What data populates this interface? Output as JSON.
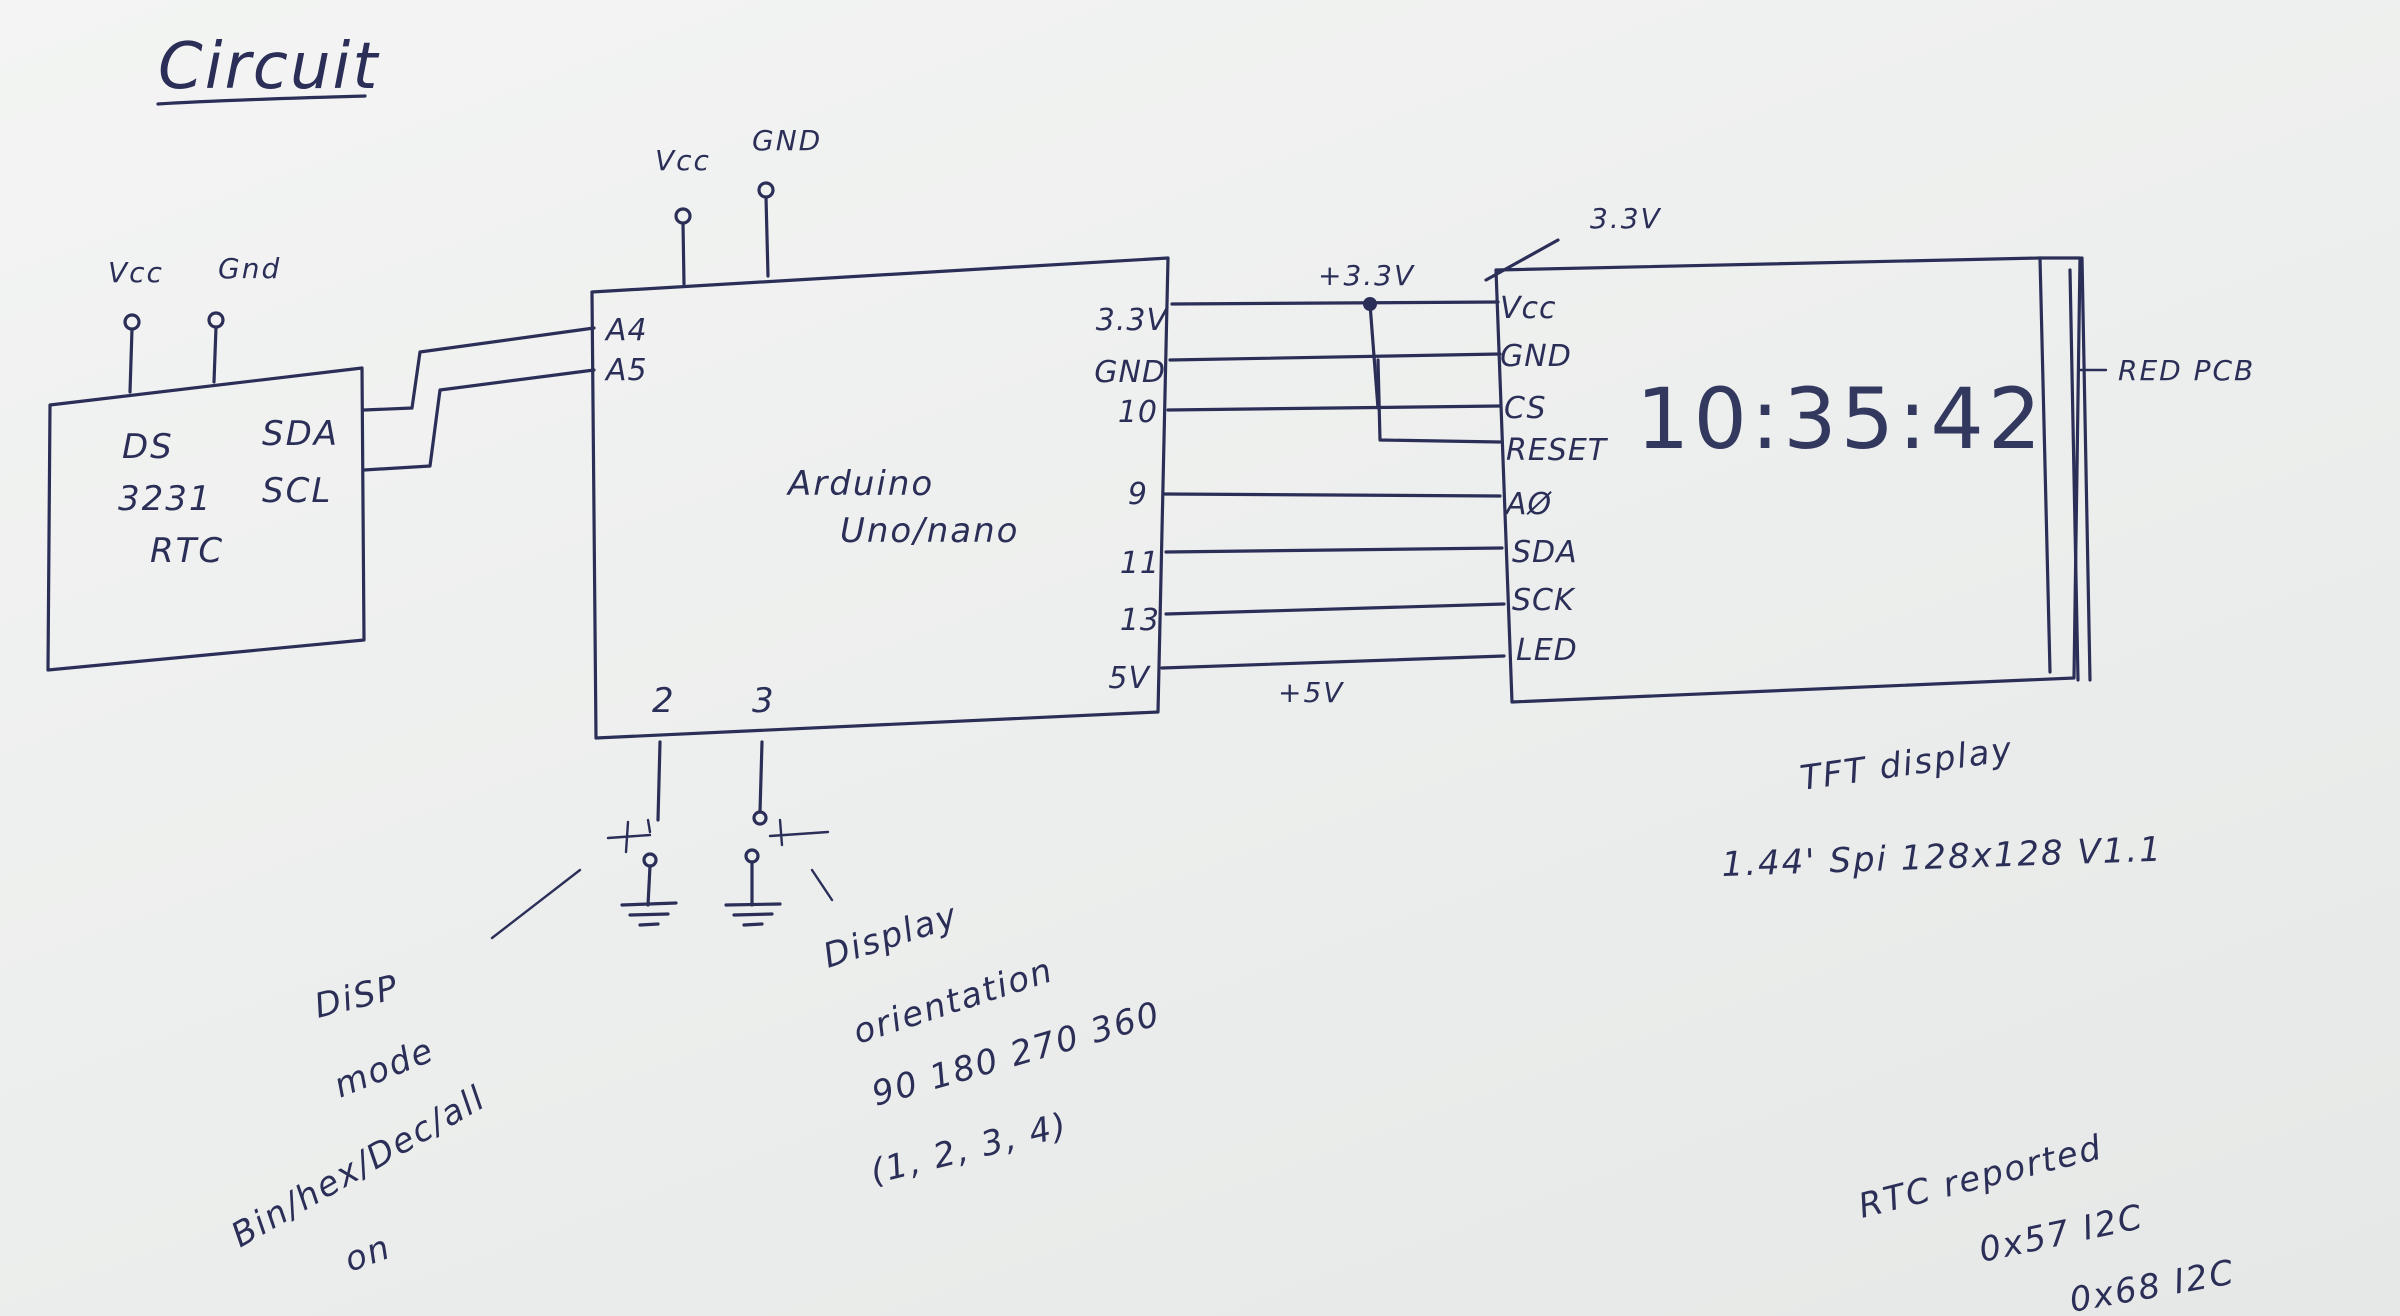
{
  "title": "Circuit",
  "rtc": {
    "power": {
      "vcc": "Vcc",
      "gnd": "Gnd"
    },
    "label_lines": [
      "DS",
      "3231",
      "RTC"
    ],
    "pins": [
      "SDA",
      "SCL"
    ]
  },
  "arduino": {
    "power": {
      "vcc": "Vcc",
      "gnd": "GND"
    },
    "label_lines": [
      "Arduino",
      "Uno/nano"
    ],
    "left_pins": [
      "A4",
      "A5"
    ],
    "right_pins": [
      "3.3V",
      "GND",
      "10",
      "9",
      "11",
      "13",
      "5V"
    ],
    "bottom_pins": [
      "2",
      "3"
    ]
  },
  "display": {
    "top_label": "3.3V",
    "rail_33": "+3.3V",
    "rail_5": "+5V",
    "pins": [
      "Vcc",
      "GND",
      "CS",
      "RESET",
      "AØ",
      "SDA",
      "SCK",
      "LED"
    ],
    "clock_text": "10:35:42",
    "pcb_label": "RED PCB",
    "name": "TFT display",
    "spec": "1.44' Spi 128x128 V1.1"
  },
  "buttons": {
    "disp_mode_lines": [
      "DiSP",
      "mode",
      "Bin/hex/Dec/all",
      "on"
    ],
    "orientation_lines": [
      "Display",
      "orientation",
      "90 180 270 360",
      "(1, 2, 3, 4)"
    ]
  },
  "notes": [
    "RTC reported",
    "0x57 I2C",
    "0x68 I2C"
  ]
}
